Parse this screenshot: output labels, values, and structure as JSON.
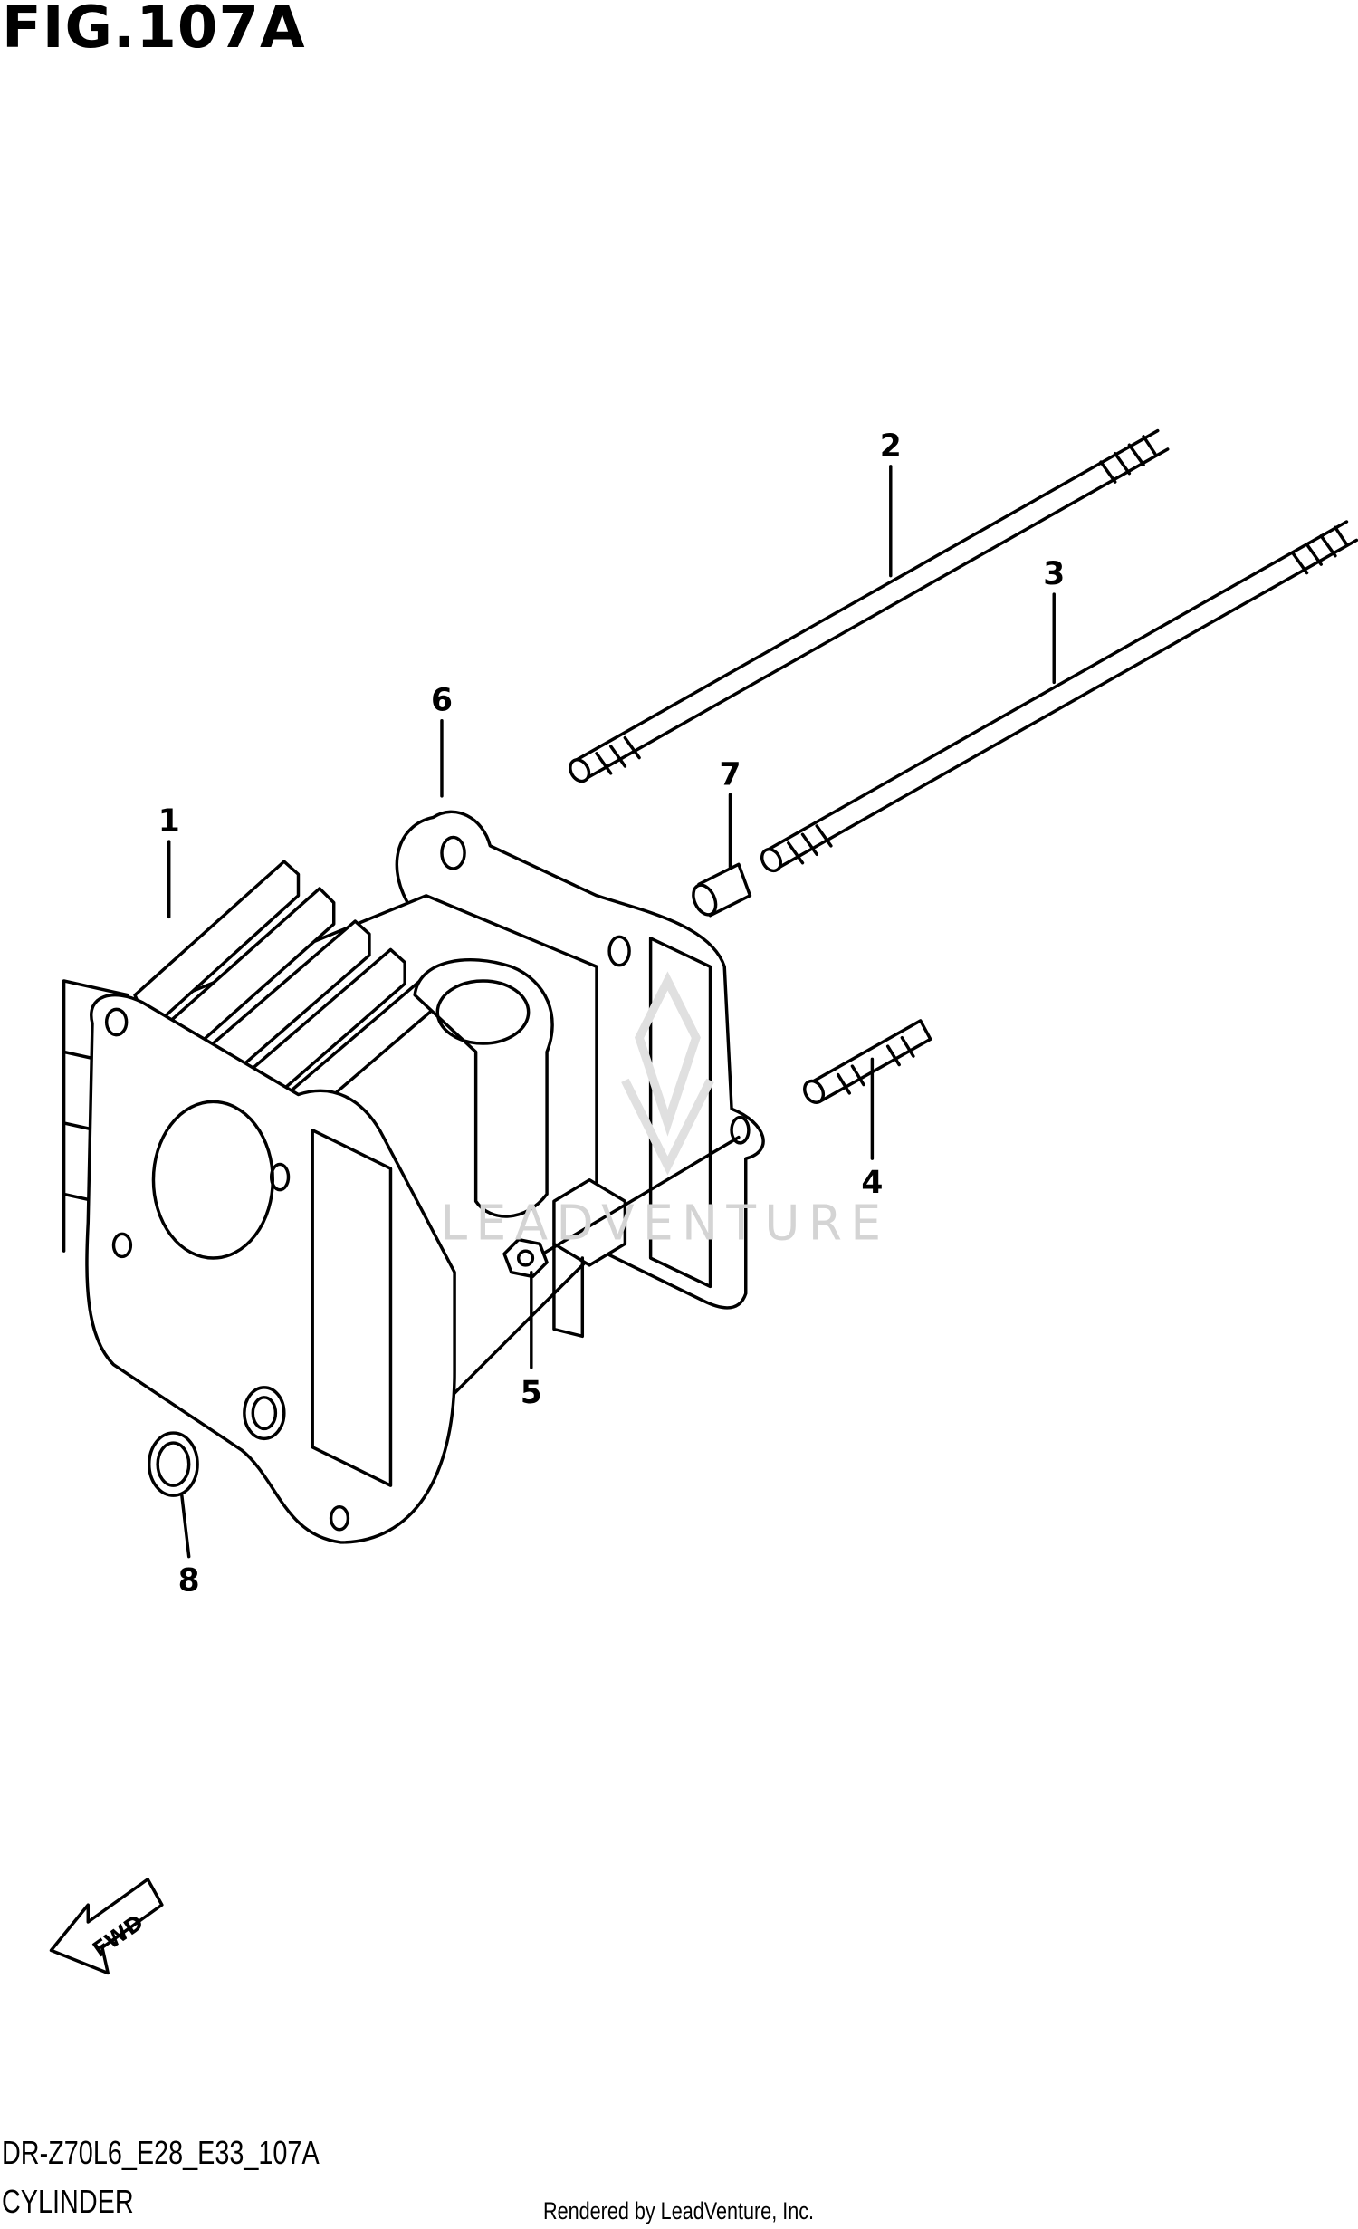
{
  "title": "FIG.107A",
  "footer": {
    "diagram_code": "DR-Z70L6_E28_E33_107A",
    "diagram_name": "CYLINDER",
    "credit": "Rendered by LeadVenture, Inc."
  },
  "watermark": "LEADVENTURE",
  "fwd_label": "FWD",
  "callouts": [
    "1",
    "2",
    "3",
    "4",
    "5",
    "6",
    "7",
    "8"
  ]
}
